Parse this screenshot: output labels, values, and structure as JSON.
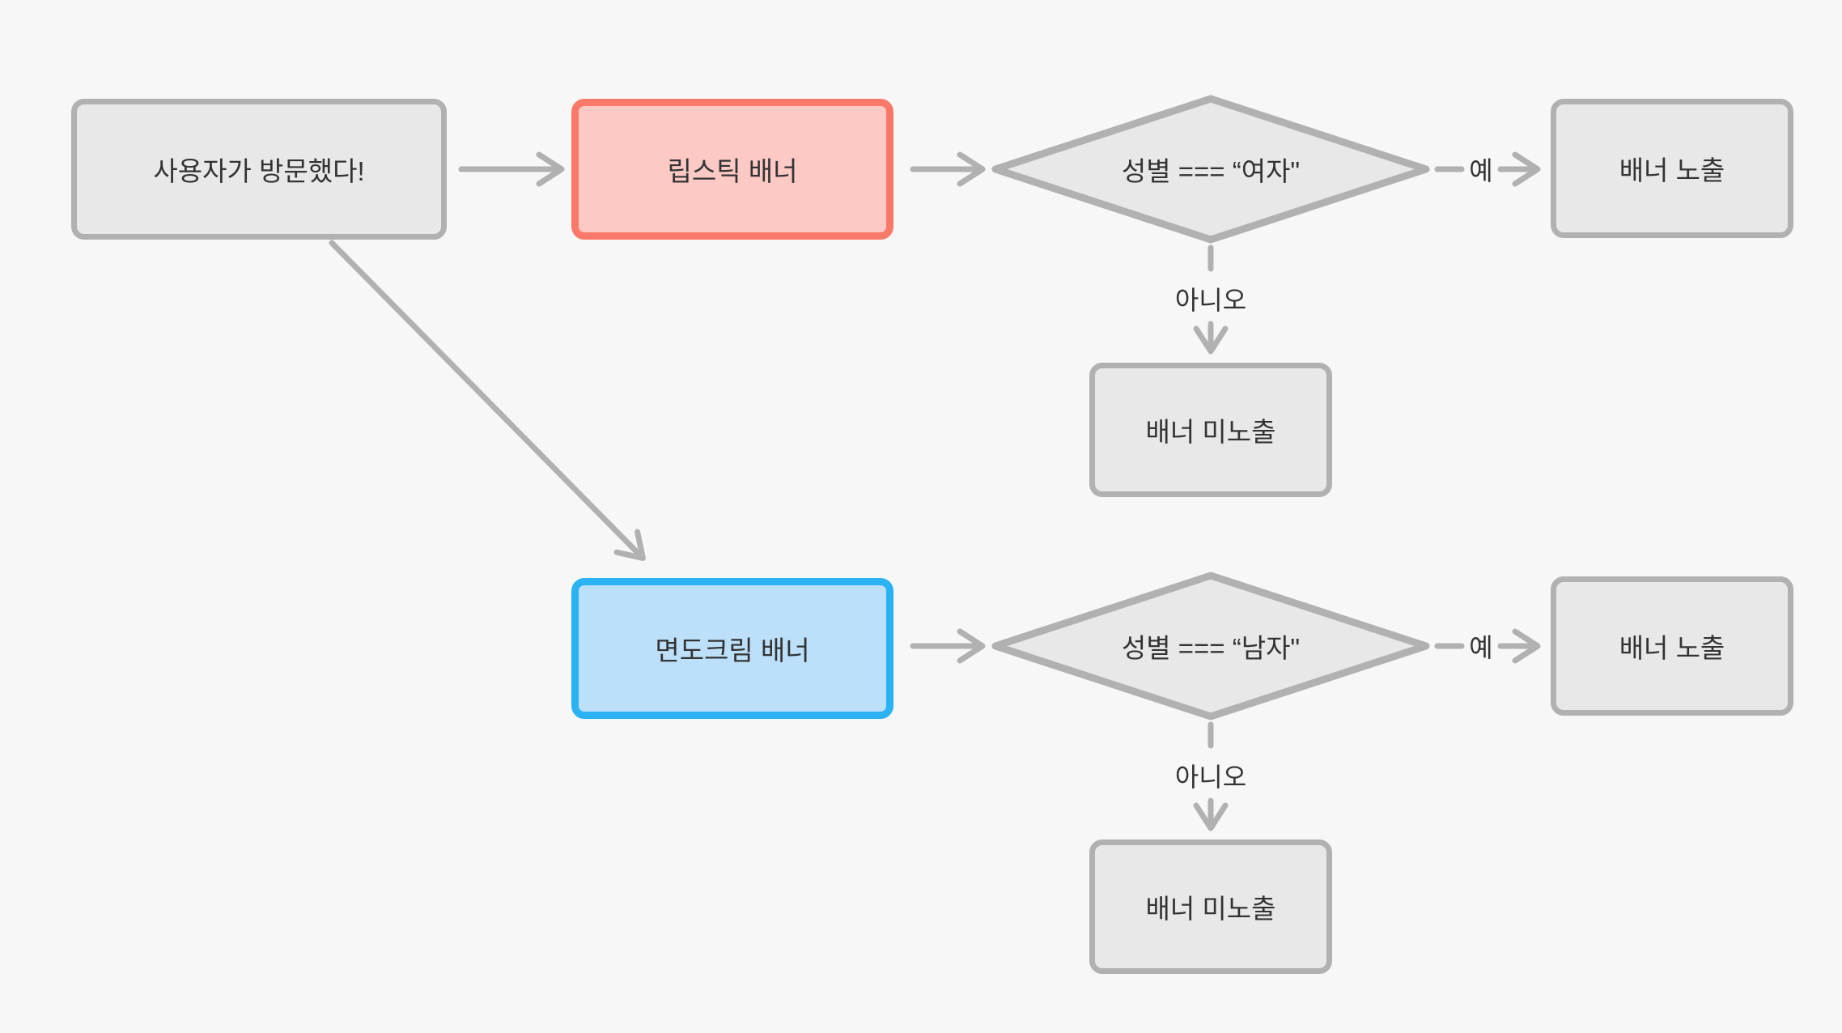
{
  "diagram": {
    "type": "flowchart",
    "nodes": {
      "start": {
        "label": "사용자가 방문했다!"
      },
      "lipstick_banner": {
        "label": "립스틱 배너"
      },
      "gender_female_check": {
        "label": "성별 === “여자\""
      },
      "banner_shown_top": {
        "label": "배너 노출"
      },
      "banner_hidden_top": {
        "label": "배너 미노출"
      },
      "shaving_banner": {
        "label": "면도크림 배너"
      },
      "gender_male_check": {
        "label": "성별 === “남자\""
      },
      "banner_shown_bottom": {
        "label": "배너 노출"
      },
      "banner_hidden_bottom": {
        "label": "배너 미노출"
      }
    },
    "edge_labels": {
      "yes_top": "예",
      "no_top": "아니오",
      "yes_bottom": "예",
      "no_bottom": "아니오"
    },
    "colors": {
      "background": "#f7f7f8",
      "node_fill": "#e8e8e8",
      "node_border": "#b1b1b1",
      "lipstick_fill": "#fcc9c4",
      "lipstick_border": "#fa7968",
      "shaving_fill": "#bce0fa",
      "shaving_border": "#2ab2f2",
      "arrow": "#b1b1b1",
      "text": "#333333"
    }
  }
}
